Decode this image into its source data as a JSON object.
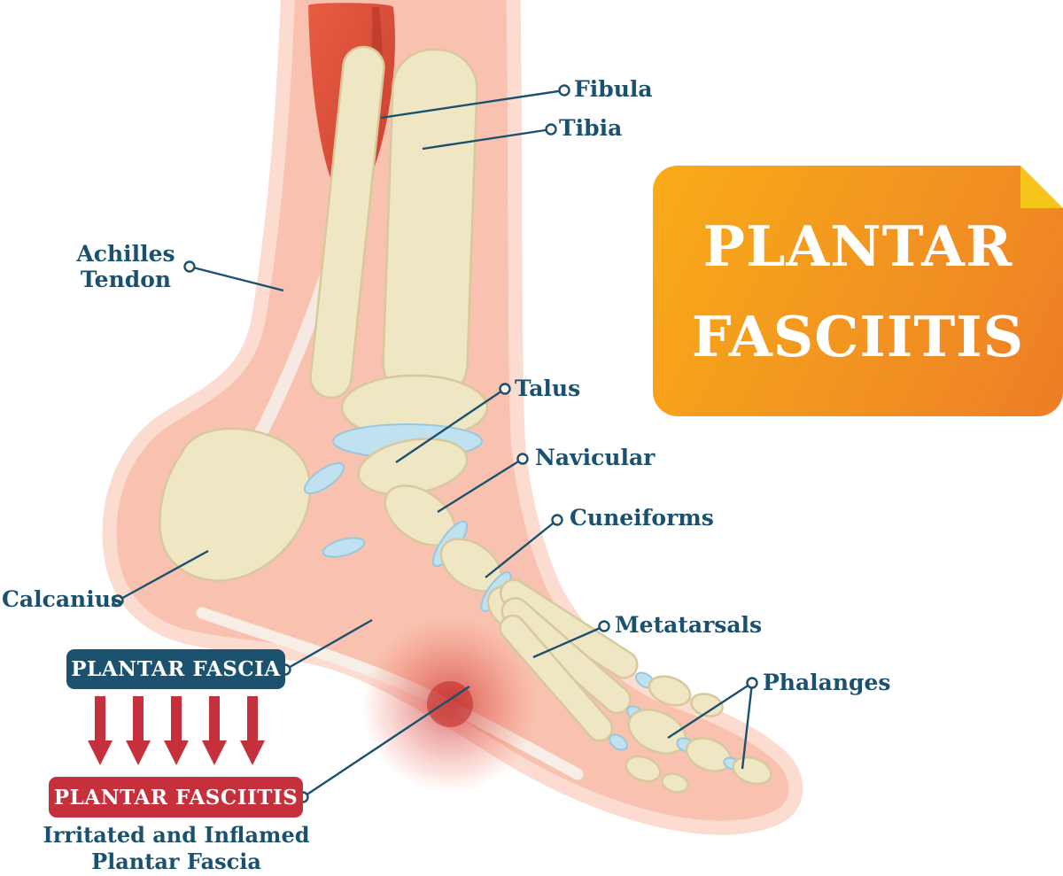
{
  "title_card": {
    "line1": "PLANTAR",
    "line2": "FASCIITIS"
  },
  "labels": {
    "fibula": "Fibula",
    "tibia": "Tibia",
    "achilles_tendon": "Achilles\nTendon",
    "talus": "Talus",
    "navicular": "Navicular",
    "cuneiforms": "Cuneiforms",
    "calcanius": "Calcanius",
    "metatarsals": "Metatarsals",
    "phalanges": "Phalanges"
  },
  "callouts": {
    "plantar_fascia_box": "PLANTAR FASCIA",
    "plantar_fasciitis_box": "PLANTAR FASCIITIS",
    "caption": "Irritated and Inflamed\nPlantar Fascia"
  },
  "colors": {
    "label_text": "#1a516f",
    "fascia_box": "#1b5270",
    "fasciitis_box": "#c5303c",
    "arrow": "#c5303c",
    "card_gradient_start": "#f9ab17",
    "card_gradient_end": "#ee7d25",
    "card_fold": "#f6c51c",
    "skin": "#f9c2b0",
    "skin_glow": "#fcdcd1",
    "bone": "#efe6c4",
    "bone_outline": "#d8c89c",
    "cartilage": "#bfe1f0",
    "muscle": "#d94f35",
    "pain_center": "#c41e1e"
  }
}
